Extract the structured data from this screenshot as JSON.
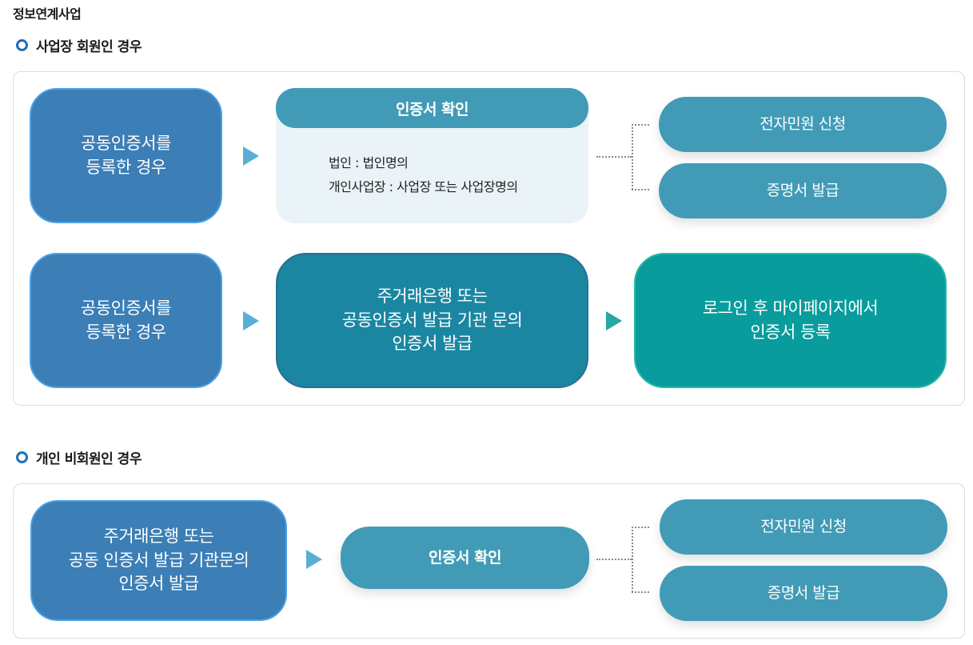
{
  "page_title": "정보연계사업",
  "section1": {
    "title": "사업장 회원인 경우",
    "row1": {
      "start_lines": [
        "공동인증서를",
        "등록한 경우"
      ],
      "confirm_title": "인증서 확인",
      "confirm_lines": [
        "법인 : 법인명의",
        "개인사업장 : 사업장 또는 사업장명의"
      ],
      "outcome1": "전자민원 신청",
      "outcome2": "증명서 발급"
    },
    "row2": {
      "start_lines": [
        "공동인증서를",
        "등록한 경우"
      ],
      "middle_lines": [
        "주거래은행 또는",
        "공동인증서 발급 기관 문의",
        "인증서 발급"
      ],
      "end_lines": [
        "로그인 후 마이페이지에서",
        "인증서 등록"
      ]
    }
  },
  "section2": {
    "title": "개인 비회원인 경우",
    "start_lines": [
      "주거래은행 또는",
      "공동 인증서 발급 기관문의",
      "인증서 발급"
    ],
    "confirm_title": "인증서 확인",
    "outcome1": "전자민원 신청",
    "outcome2": "증명서 발급"
  }
}
